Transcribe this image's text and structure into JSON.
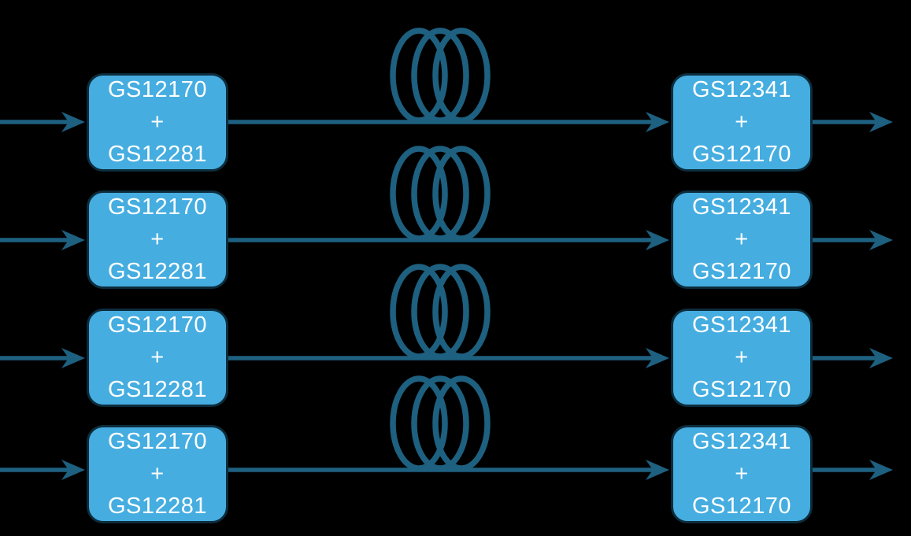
{
  "diagram": {
    "title": "optical-link-diagram",
    "colors": {
      "background": "#000000",
      "box_fill": "#45ADE0",
      "box_border": "#0D2C3C",
      "line": "#1E6080",
      "text": "#FFFFFF"
    },
    "icons": {
      "coil": "fiber-coil-icon",
      "arrow": "right-arrow"
    },
    "rows": [
      {
        "left": [
          "GS12170",
          "+",
          "GS12281"
        ],
        "right": [
          "GS12341",
          "+",
          "GS12170"
        ]
      },
      {
        "left": [
          "GS12170",
          "+",
          "GS12281"
        ],
        "right": [
          "GS12341",
          "+",
          "GS12170"
        ]
      },
      {
        "left": [
          "GS12170",
          "+",
          "GS12281"
        ],
        "right": [
          "GS12341",
          "+",
          "GS12170"
        ]
      },
      {
        "left": [
          "GS12170",
          "+",
          "GS12281"
        ],
        "right": [
          "GS12341",
          "+",
          "GS12170"
        ]
      }
    ]
  }
}
